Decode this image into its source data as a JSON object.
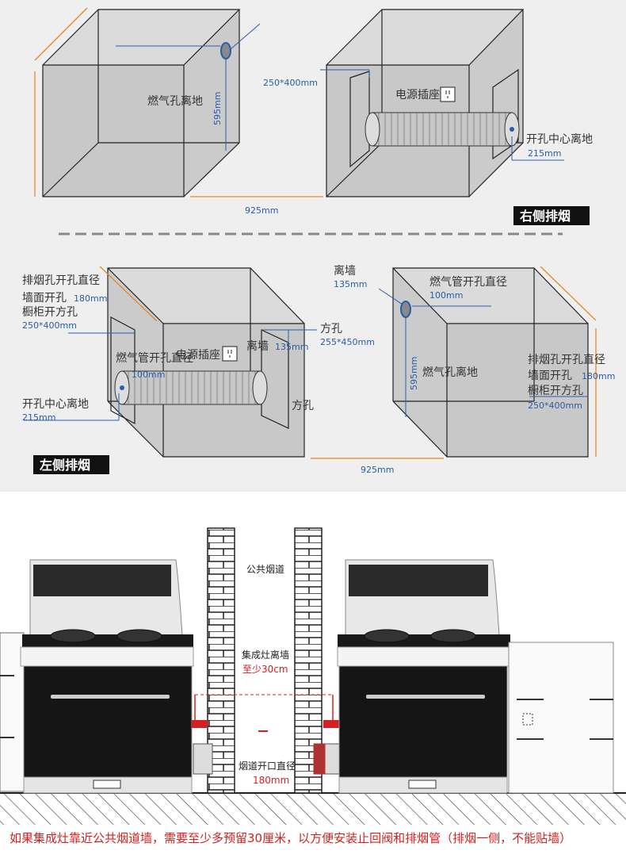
{
  "top": {
    "right_exhaust": {
      "tag": "右侧排烟",
      "gas_hole_label": "燃气孔离地",
      "gas_hole_height": "595mm",
      "width_dim": "925mm",
      "square_hole_dim": "250*400mm",
      "socket_label": "电源插座",
      "hole_center_label": "开孔中心离地",
      "hole_center_dim": "215mm"
    },
    "left_exhaust": {
      "tag": "左侧排烟",
      "exhaust_hole_label": "排烟孔开孔直径",
      "wall_hole_label": "墙面开孔",
      "wall_hole_dim": "180mm",
      "cabinet_hole_label": "橱柜开方孔",
      "cabinet_hole_dim": "250*400mm",
      "gas_pipe_label": "燃气管开孔直径",
      "gas_pipe_dim": "100mm",
      "socket_label": "电源插座",
      "wall_dist_label": "离墙",
      "wall_dist_dim": "135mm",
      "square_hole_label": "方孔",
      "square_hole_dim": "255*450mm",
      "square_hole_label2": "方孔",
      "hole_center_label": "开孔中心离地",
      "hole_center_dim": "215mm",
      "right_wall_label": "离墙",
      "right_wall_dim": "135mm",
      "right_gas_pipe_label": "燃气管开孔直径",
      "right_gas_pipe_dim": "100mm",
      "right_gas_hole_label": "燃气孔离地",
      "right_gas_hole_dim": "595mm",
      "right_exhaust_label": "排烟孔开孔直径",
      "right_wall_hole_label": "墙面开孔",
      "right_wall_hole_dim": "180mm",
      "right_cabinet_label": "橱柜开方孔",
      "right_cabinet_dim": "250*400mm",
      "width_dim": "925mm"
    }
  },
  "bottom": {
    "flue_label": "公共烟道",
    "stove_wall_label": "集成灶离墙",
    "stove_wall_dim": "至少30cm",
    "flue_opening_label": "烟道开口直径",
    "flue_opening_dim": "180mm",
    "note": "如果集成灶靠近公共烟道墙，需要至少多预留30厘米，以方便安装止回阀和排烟管（排烟一侧，不能贴墙）"
  },
  "colors": {
    "dimension_blue": "#2a5ca8",
    "accent_orange": "#e8862a",
    "note_red": "#d42020",
    "panel_gray": "#efefef"
  }
}
